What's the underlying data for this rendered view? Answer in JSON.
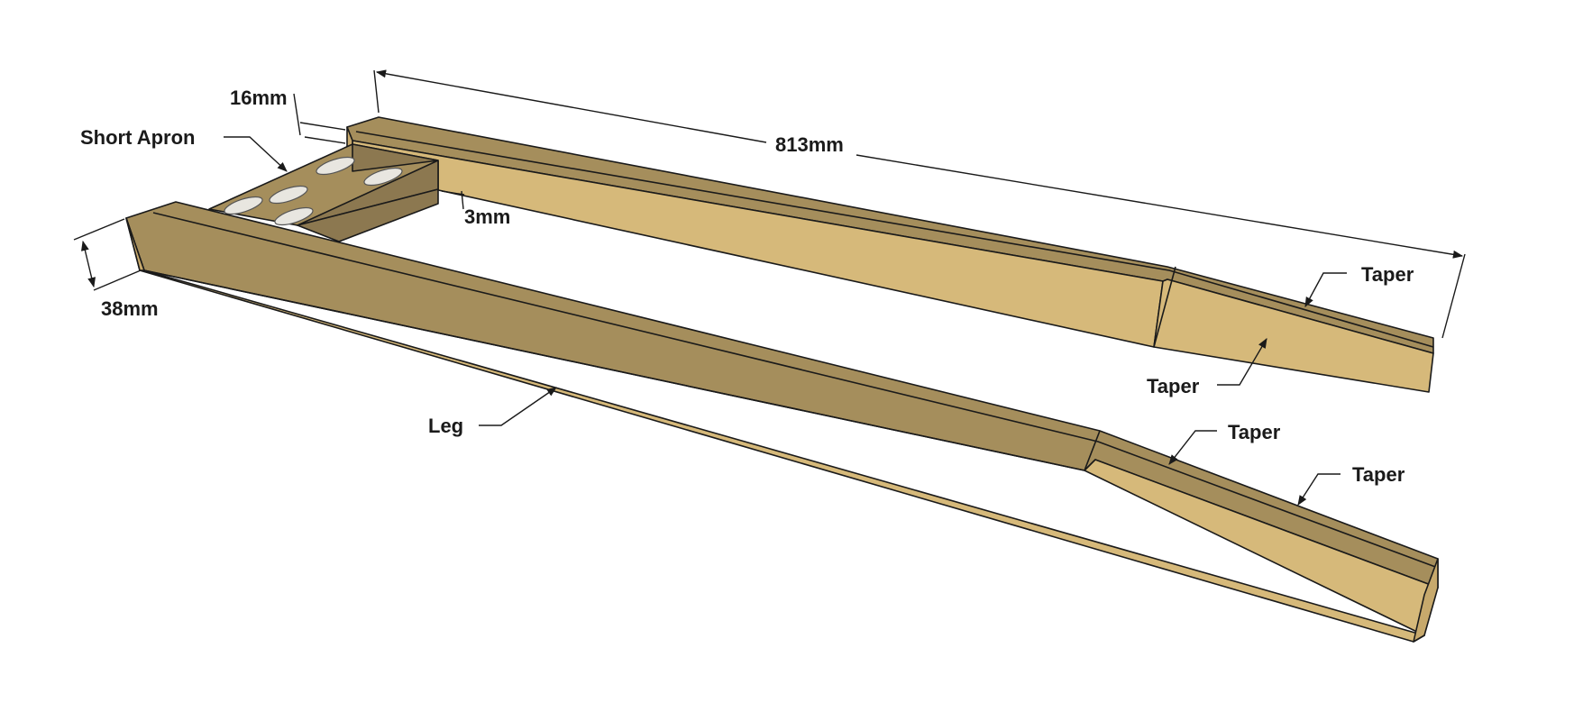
{
  "labels": {
    "width_dim": "16mm",
    "short_apron": "Short Apron",
    "length_dim": "813mm",
    "offset_dim": "3mm",
    "thickness_dim": "38mm",
    "leg": "Leg",
    "taper_back_top": "Taper",
    "taper_back_face": "Taper",
    "taper_front_top": "Taper",
    "taper_front_edge": "Taper"
  },
  "colors": {
    "wood_front": "#d6b97a",
    "wood_top": "#a58e5c",
    "apron_face": "#8c7850",
    "outline": "#1a1a1a"
  }
}
